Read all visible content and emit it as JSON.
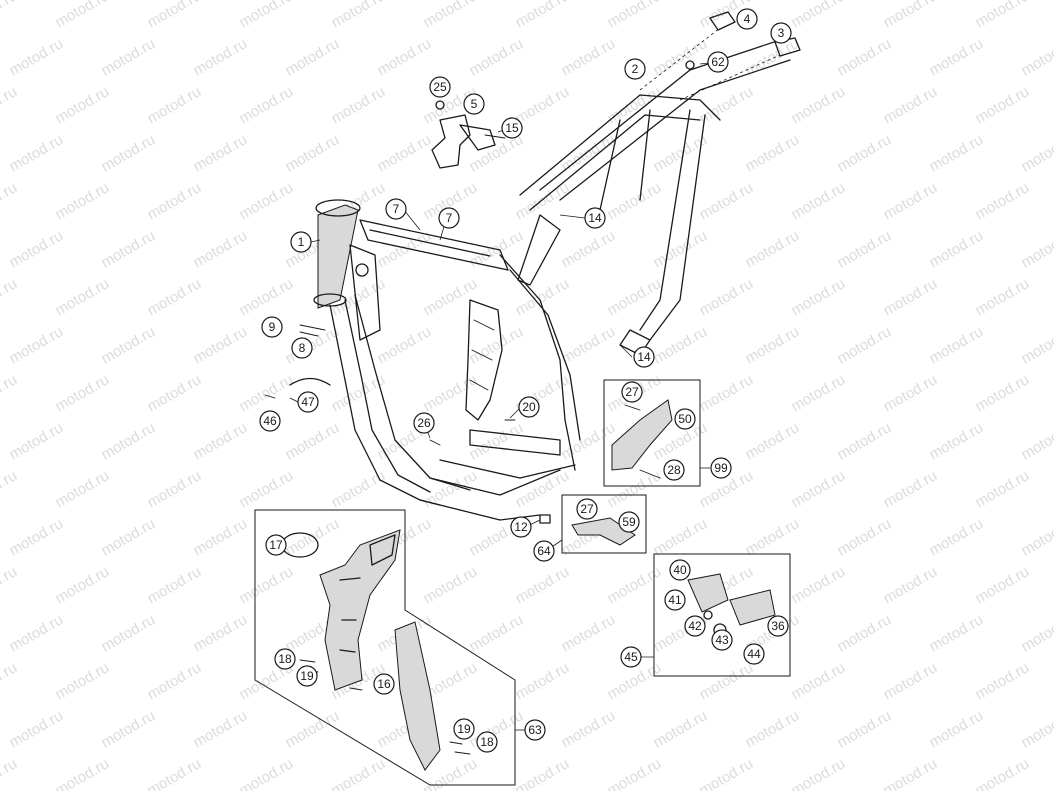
{
  "watermark": "motod.ru",
  "callouts": [
    "1",
    "2",
    "3",
    "4",
    "5",
    "7",
    "7",
    "8",
    "9",
    "12",
    "14",
    "14",
    "15",
    "16",
    "17",
    "18",
    "18",
    "19",
    "19",
    "20",
    "25",
    "26",
    "27",
    "27",
    "28",
    "36",
    "40",
    "41",
    "42",
    "43",
    "44",
    "45",
    "46",
    "47",
    "50",
    "59",
    "62",
    "63",
    "64",
    "99"
  ]
}
